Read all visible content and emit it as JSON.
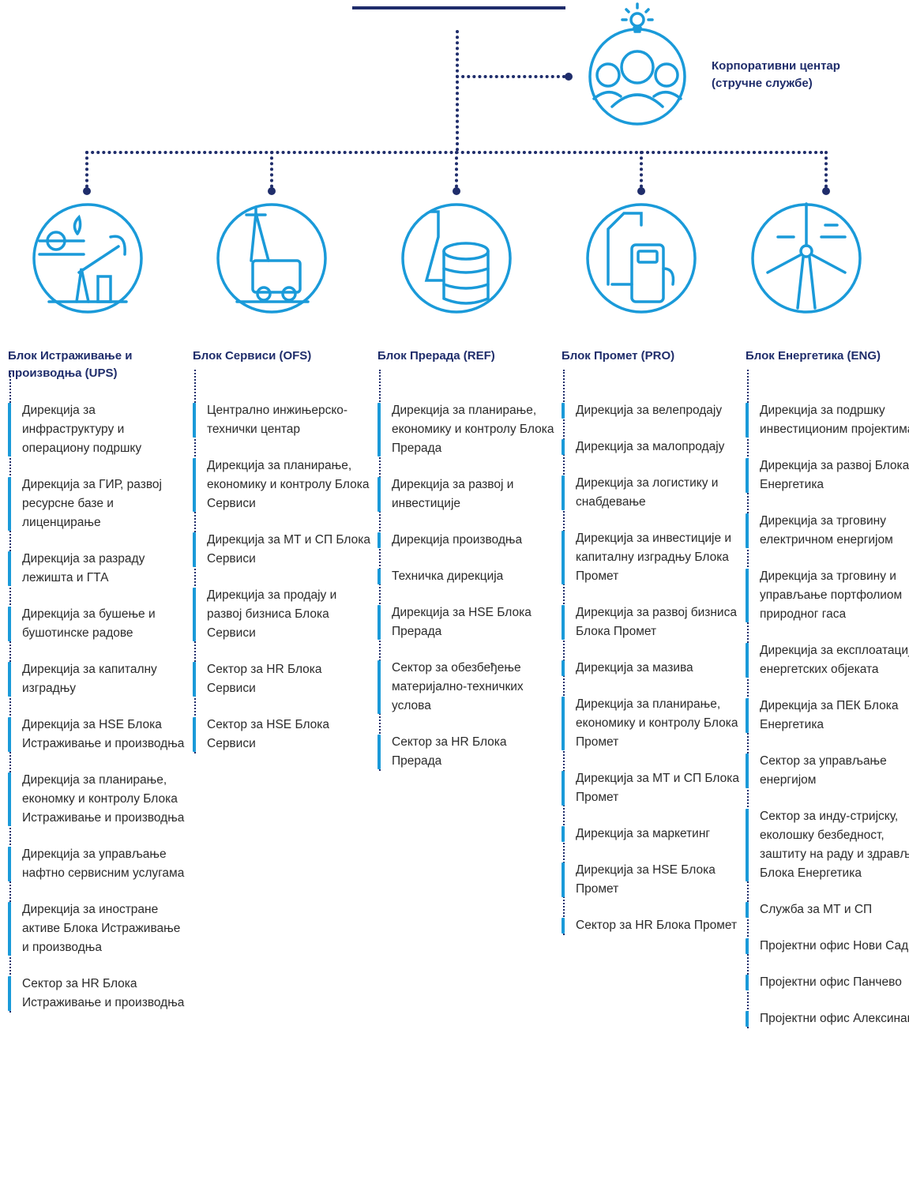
{
  "corporate_center": {
    "name": "Корпоративни центар\n(стручне службе)",
    "icon": "people-circle-lightbulb-icon"
  },
  "colors": {
    "navy": "#1f2d6b",
    "accent": "#1a9ad9",
    "text": "#2b2b2b"
  },
  "blocks": [
    {
      "title": "Блок Истраживање и производња (UPS)",
      "icon": "oil-pump-icon",
      "departments": [
        "Дирекција за инфраструктуру и операциону подршку",
        "Дирекција за ГИР, развој ресурсне базе и лиценцирање",
        "Дирекција за разраду лежишта и ГТА",
        "Дирекција за бушење и бушотинске радове",
        "Дирекција за капиталну изградњу",
        "Дирекција за HSE Блока Истраживање и производња",
        "Дирекција за планирање, економку и контролу Блока Истраживање и производња",
        "Дирекција за управљање нафтно сервисним услугама",
        "Дирекција за иностране активе Блока Истраживање и производња",
        "Сектор за HR Блока Истраживање и производња"
      ]
    },
    {
      "title": "Блок Сервиси (OFS)",
      "icon": "drilling-rig-truck-icon",
      "departments": [
        "Централно инжињерско-технички центар",
        "Дирекција за планирање, економику и контролу Блока Сервиси",
        "Дирекција за МТ и СП Блока Сервиси",
        "Дирекција за продају и развој бизниса Блока Сервиси",
        "Сектор за HR Блока Сервиси",
        "Сектор за HSE Блока Сервиси"
      ]
    },
    {
      "title": "Блок Прерада (REF)",
      "icon": "flask-barrel-icon",
      "departments": [
        "Дирекција за планирање, економику и контролу Блока Прерада",
        "Дирекција за развој и инвестиције",
        "Дирекција производња",
        "Техничка дирекција",
        "Дирекција за HSE Блока Прерада",
        "Сектор за обезбеђење материјално-техничких услова",
        "Сектор за HR Блока Прерада"
      ]
    },
    {
      "title": "Блок Промет (PRO)",
      "icon": "fuel-pump-canister-icon",
      "departments": [
        "Дирекција за велепродају",
        "Дирекција за малопродају",
        "Дирекција за логистику и снабдевање",
        "Дирекција за инвестиције и капиталну изградњу Блока Промет",
        "Дирекција за развој бизниса Блока Промет",
        "Дирекција за мазива",
        "Дирекција за планирање, економику и контролу Блока Промет",
        "Дирекција за МТ и СП Блока Промет",
        "Дирекција за маркетинг",
        "Дирекција за HSE Блока Промет",
        "Сектор за HR Блока Промет"
      ]
    },
    {
      "title": "Блок Енергетика (ENG)",
      "icon": "wind-turbine-icon",
      "departments": [
        "Дирекција за подршку инвестиционим пројектима",
        "Дирекција за развој Блока Енергетика",
        "Дирекција за трговину електричном енергијом",
        "Дирекција за трговину и управљање портфолиом природног гаса",
        "Дирекција за експлоатацију енергетских објеката",
        "Дирекција за ПЕК Блока Енергетика",
        "Сектор за управљање енергијом",
        "Сектор за инду-стријску, еколошку безбедност, заштиту на раду и здравље Блока Енергетика",
        "Служба за МТ и СП",
        "Пројектни офис Нови Сад",
        "Пројектни офис Панчево",
        "Пројектни офис Алексинац"
      ]
    }
  ]
}
